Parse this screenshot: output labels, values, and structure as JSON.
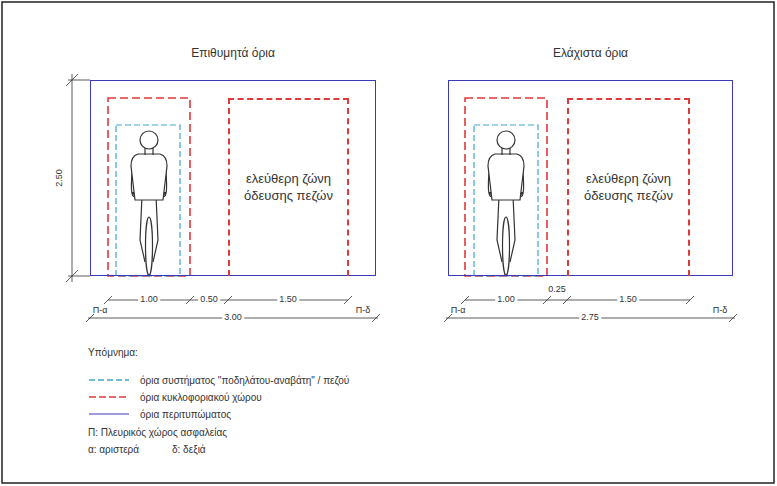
{
  "diagram": {
    "nodes": [
      {
        "text": [
          "Επιθυμητά όρια"
        ]
      },
      {
        "text": [
          "ελεύθερη ζώνη όδευσης πεζών"
        ],
        "in": 0
      },
      {
        "text": [
          "Ελάχιστα όρια"
        ]
      },
      {
        "text": [
          "ελεύθερη ζώνη όδευσης πεζών"
        ],
        "in": 2
      }
    ],
    "labels": [
      "2.50",
      "1.00",
      "0.50",
      "1.50",
      "Π-α",
      "3.00",
      "Π-δ",
      "1.00",
      "0.25",
      "1.50",
      "Π-α",
      "2.75",
      "Π-δ",
      "Υπόμνημα:",
      "Π: Πλευρικός χώρος ασφαλείας",
      "α: αριστερά",
      "δ: δεξιά"
    ],
    "legend": [
      {
        "text": "όρια συστήματος \"ποδηλάτου-αναβάτη\" / πεζού"
      },
      {
        "text": "όρια κυκλοφοριακού χώρου"
      },
      {
        "text": "όρια περιτυπώματος"
      }
    ]
  }
}
